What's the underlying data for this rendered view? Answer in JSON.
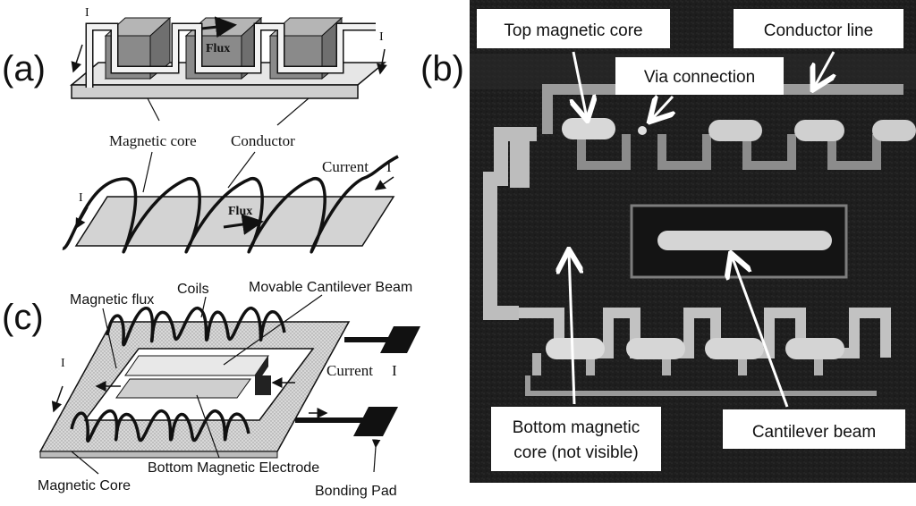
{
  "panels": {
    "a": {
      "letter": "(a)",
      "flux_top": "Flux",
      "i_left": "I",
      "i_right": "I",
      "magnetic_core": "Magnetic core",
      "conductor": "Conductor",
      "current": "Current",
      "current_symbol": "I",
      "i_bottom_left": "I",
      "flux_bottom": "Flux"
    },
    "b": {
      "letter": "(b)",
      "top_magnetic_core": "Top magnetic core",
      "conductor_line": "Conductor line",
      "via_connection": "Via connection",
      "bottom_core_line1": "Bottom magnetic",
      "bottom_core_line2": "core (not visible)",
      "cantilever_beam": "Cantilever beam"
    },
    "c": {
      "letter": "(c)",
      "magnetic_flux": "Magnetic flux",
      "coils": "Coils",
      "movable_beam": "Movable Cantilever Beam",
      "current": "Current",
      "current_symbol": "I",
      "i_left": "I",
      "bottom_electrode": "Bottom Magnetic Electrode",
      "magnetic_core": "Magnetic Core",
      "bonding_pad": "Bonding Pad"
    }
  },
  "colors": {
    "core_gray": "#8a8a8a",
    "core_light": "#cfcfcf",
    "photo_bg": "#1c1c1c",
    "callout_bg": "#ffffff"
  }
}
